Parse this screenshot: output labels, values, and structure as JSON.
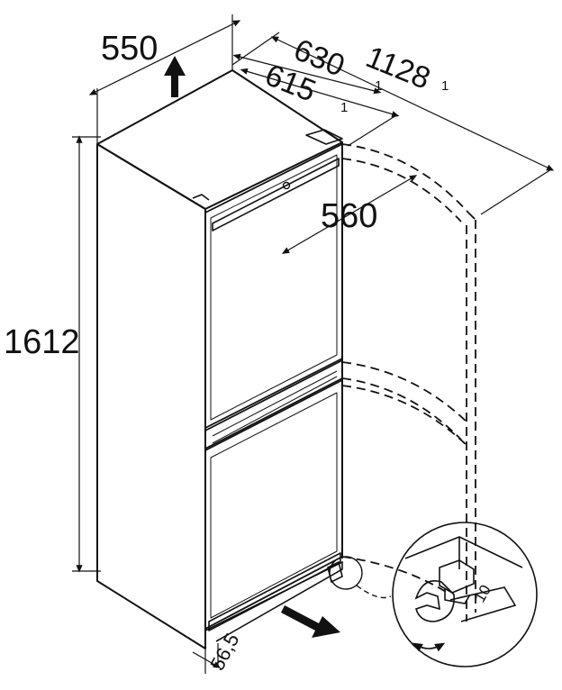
{
  "dimensions": {
    "width": "550",
    "depth_door_handle": "630",
    "depth_door": "615",
    "depth_door_open": "1128",
    "hinge_offset": "560",
    "height": "1612",
    "foot_offset": "56,5",
    "footnote_mark": "1"
  },
  "tool": {
    "wrench_size": "10"
  }
}
